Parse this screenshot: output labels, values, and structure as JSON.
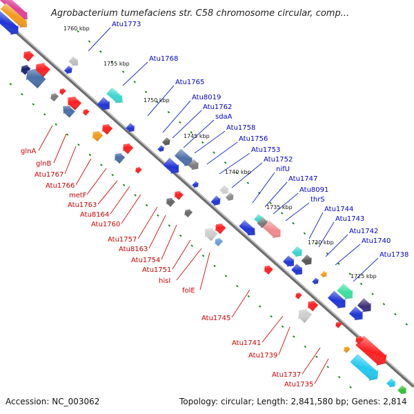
{
  "title": "Agrobacterium tumefaciens str. C58 chromosome circular, comp...",
  "footer": {
    "accession": "Accession: NC_003062",
    "topology": "Topology: circular; Length: 2,841,580 bp; Genes: 2,814"
  },
  "colors": {
    "forward_label": "#0000cc",
    "reverse_label": "#cc0000",
    "backbone": "#8a8a8a",
    "tick": "#1a8a1a",
    "label_line_forward": "#2233cc",
    "label_line_reverse": "#cc2222"
  },
  "scale_marks": [
    "1760 kbp",
    "1755 kbp",
    "1750 kbp",
    "1745 kbp",
    "1740 kbp",
    "1735 kbp",
    "1730 kbp",
    "1725 kbp"
  ],
  "forward_labels": [
    "Atu1773",
    "Atu1768",
    "Atu1765",
    "Atu8019",
    "Atu1762",
    "sdaA",
    "Atu1758",
    "Atu1756",
    "Atu1753",
    "Atu1752",
    "nifU",
    "Atu1747",
    "Atu8091",
    "thrS",
    "Atu1744",
    "Atu1743",
    "Atu1742",
    "Atu1740",
    "Atu1738"
  ],
  "reverse_labels": [
    "glnA",
    "glnB",
    "Atu1767",
    "Atu1766",
    "metF",
    "Atu1763",
    "Atu8164",
    "Atu1760",
    "Atu1757",
    "Atu8163",
    "Atu1754",
    "Atu1751",
    "hisI",
    "folE",
    "Atu1745",
    "Atu1741",
    "Atu1739",
    "Atu1737",
    "Atu1735"
  ]
}
